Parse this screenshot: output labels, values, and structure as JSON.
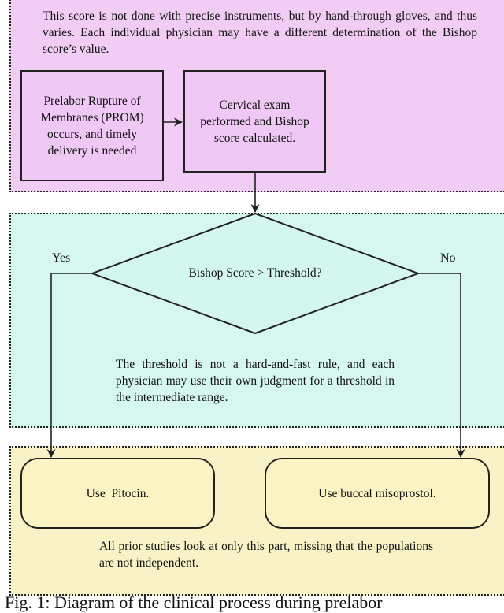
{
  "colors": {
    "top_region": "#f1cdf6",
    "middle_region": "#d5f7f0",
    "bottom_region": "#f9f2c6",
    "top_box": "#efc8f5",
    "diamond": "#d3f6ee",
    "bottom_box": "#fbf3c3",
    "stroke": "#222222"
  },
  "top_region": {
    "note": "This score is not done with precise instruments, but by hand-through gloves, and thus varies. Each individual physician may have a different determination of the Bishop score’s value.",
    "prom_box": "Prelabor Rupture of Membranes (PROM) occurs, and timely delivery is needed",
    "exam_box": "Cervical exam performed and Bishop score calculated."
  },
  "middle_region": {
    "decision": "Bishop Score > Threshold?",
    "yes_label": "Yes",
    "no_label": "No",
    "note": "The threshold is not a hard-and-fast rule, and each physician may use their own judgment for a threshold in the intermediate range."
  },
  "bottom_region": {
    "pitocin_box": "Use  Pitocin.",
    "misoprostol_box": "Use buccal misoprostol.",
    "note": "All prior studies look at only this part, missing that the populations are not independent."
  },
  "caption": "Fig. 1: Diagram of the clinical process during prelabor"
}
